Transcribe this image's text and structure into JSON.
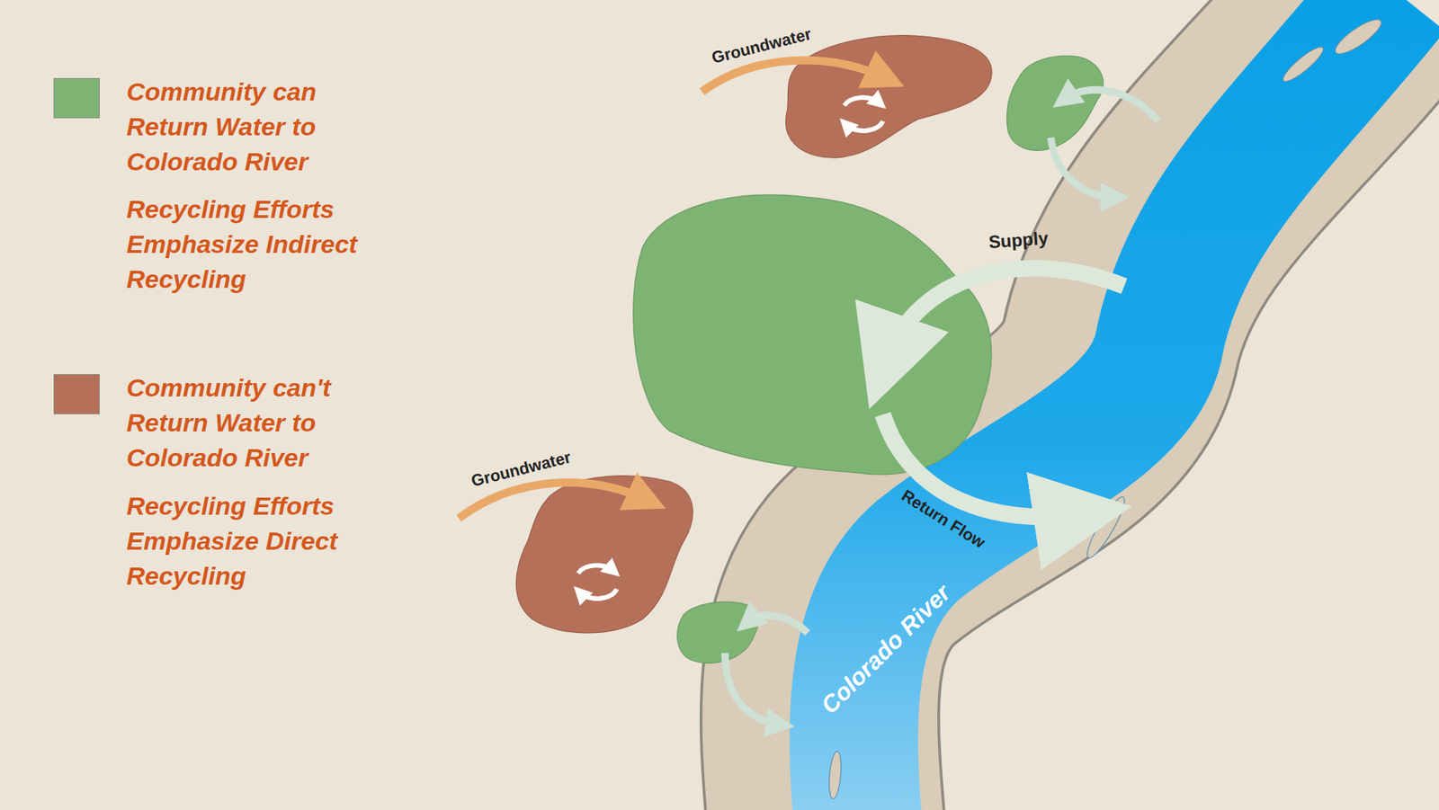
{
  "diagram": {
    "labels": [
      "Recycling Efforts Emphasize Indirect Recycling",
      "Recycling Efforts Emphasize Direct Recycling",
      "Groundwater",
      "Supply",
      "Return Flow",
      "Groundwater",
      "Colorado River"
    ],
    "legend": [
      {
        "text": "Community can Return Water to Colorado River",
        "color": "#7db474"
      },
      {
        "text": "Community can't Return Water to Colorado River",
        "color": "#b5705a"
      }
    ]
  }
}
